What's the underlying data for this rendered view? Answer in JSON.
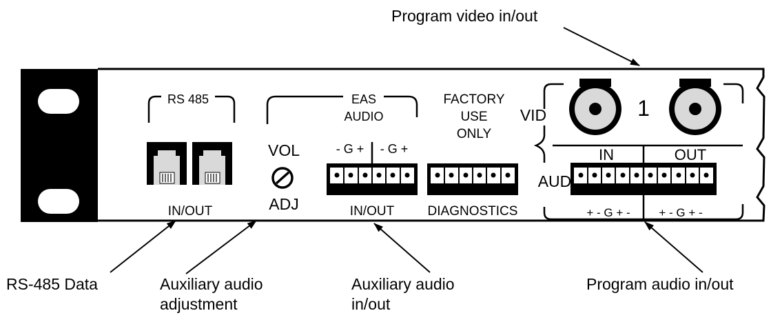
{
  "callouts": {
    "program_video": "Program video in/out",
    "rs485_data": "RS-485 Data",
    "aux_adj_line1": "Auxiliary audio",
    "aux_adj_line2": "adjustment",
    "aux_io_line1": "Auxiliary audio",
    "aux_io_line2": "in/out",
    "program_audio": "Program audio in/out"
  },
  "panel": {
    "rs485": "RS 485",
    "rs485_io": "IN/OUT",
    "vol": "VOL",
    "adj": "ADJ",
    "eas": "EAS",
    "audio": "AUDIO",
    "eas_pol_left": "- G +",
    "eas_pol_right": "- G +",
    "eas_io": "IN/OUT",
    "factory1": "FACTORY",
    "factory2": "USE",
    "factory3": "ONLY",
    "diagnostics": "DIAGNOSTICS",
    "channel": "1",
    "vid": "VID",
    "aud": "AUD",
    "in": "IN",
    "out": "OUT",
    "aud_pol_left": "+ - G + -",
    "aud_pol_right": "+ - G + -"
  }
}
